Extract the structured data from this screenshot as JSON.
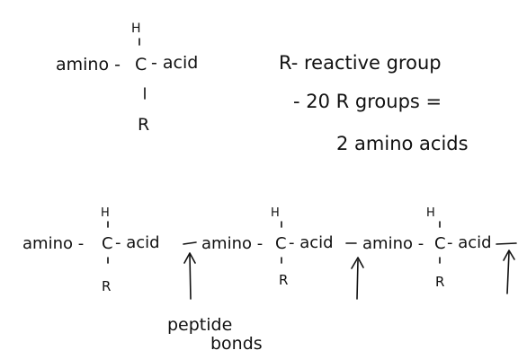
{
  "molecule": {
    "h": "H",
    "left": "amino -",
    "center": "C",
    "right": "- acid",
    "r": "R"
  },
  "notes": {
    "line1": "R- reactive group",
    "line2": "- 20  R groups =",
    "line3": "2  amino acids"
  },
  "chain": {
    "units": [
      {
        "left": "amino -",
        "center": "C",
        "right": "- acid",
        "h": "H",
        "r": "R"
      },
      {
        "left": "amino -",
        "center": "C",
        "right": "- acid",
        "h": "H",
        "r": "R"
      },
      {
        "left": "amino -",
        "center": "C",
        "right": "- acid",
        "h": "H",
        "r": "R"
      }
    ],
    "bond_label_1": "peptide",
    "bond_label_2": "bonds"
  }
}
